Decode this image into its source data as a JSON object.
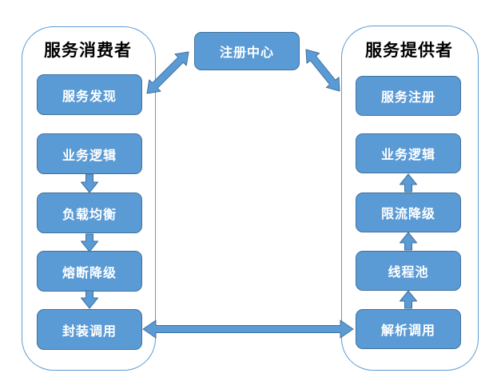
{
  "registry": {
    "label": "注册中心"
  },
  "consumer": {
    "title": "服务消费者",
    "boxes": [
      "服务发现",
      "业务逻辑",
      "负载均衡",
      "熔断降级",
      "封装调用"
    ]
  },
  "provider": {
    "title": "服务提供者",
    "boxes": [
      "服务注册",
      "业务逻辑",
      "限流降级",
      "线程池",
      "解析调用"
    ]
  },
  "connections": [
    {
      "from": "服务发现",
      "to": "注册中心",
      "direction": "bidirectional"
    },
    {
      "from": "注册中心",
      "to": "服务注册",
      "direction": "bidirectional"
    },
    {
      "from": "业务逻辑",
      "to": "负载均衡",
      "direction": "down",
      "group": "consumer"
    },
    {
      "from": "负载均衡",
      "to": "熔断降级",
      "direction": "down",
      "group": "consumer"
    },
    {
      "from": "熔断降级",
      "to": "封装调用",
      "direction": "down",
      "group": "consumer"
    },
    {
      "from": "封装调用",
      "to": "解析调用",
      "direction": "bidirectional"
    },
    {
      "from": "解析调用",
      "to": "线程池",
      "direction": "up",
      "group": "provider"
    },
    {
      "from": "线程池",
      "to": "限流降级",
      "direction": "up",
      "group": "provider"
    },
    {
      "from": "限流降级",
      "to": "业务逻辑",
      "direction": "up",
      "group": "provider"
    }
  ],
  "colors": {
    "node_fill": "#5B9BD5",
    "node_border": "#41719C",
    "panel_border": "#5B9BD5",
    "node_text": "#FFFFFF",
    "title_text": "#000000",
    "background": "#FFFFFF"
  }
}
